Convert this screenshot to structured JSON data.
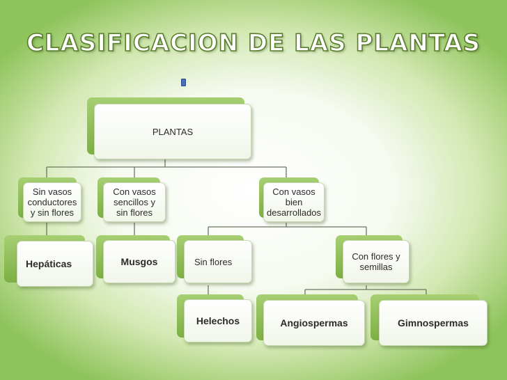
{
  "title": "CLASIFICACION DE LAS PLANTAS",
  "nodes": {
    "plantas": "PLANTAS",
    "sin_vasos": "Sin vasos conductores y sin flores",
    "con_vasos_sencillos": "Con vasos sencillos y sin flores",
    "con_vasos_desarrollados": "Con vasos bien desarrollados",
    "hepaticas": "Hepáticas",
    "musgos": "Musgos",
    "sin_flores": "Sin flores",
    "con_flores": "Con flores y semillas",
    "helechos": "Helechos",
    "angiospermas": "Angiospermas",
    "gimnospermas": "Gimnospermas"
  },
  "colors": {
    "accent_green": "#7daf44",
    "connector": "#5f6b55",
    "title_outline": "#587d2b"
  }
}
